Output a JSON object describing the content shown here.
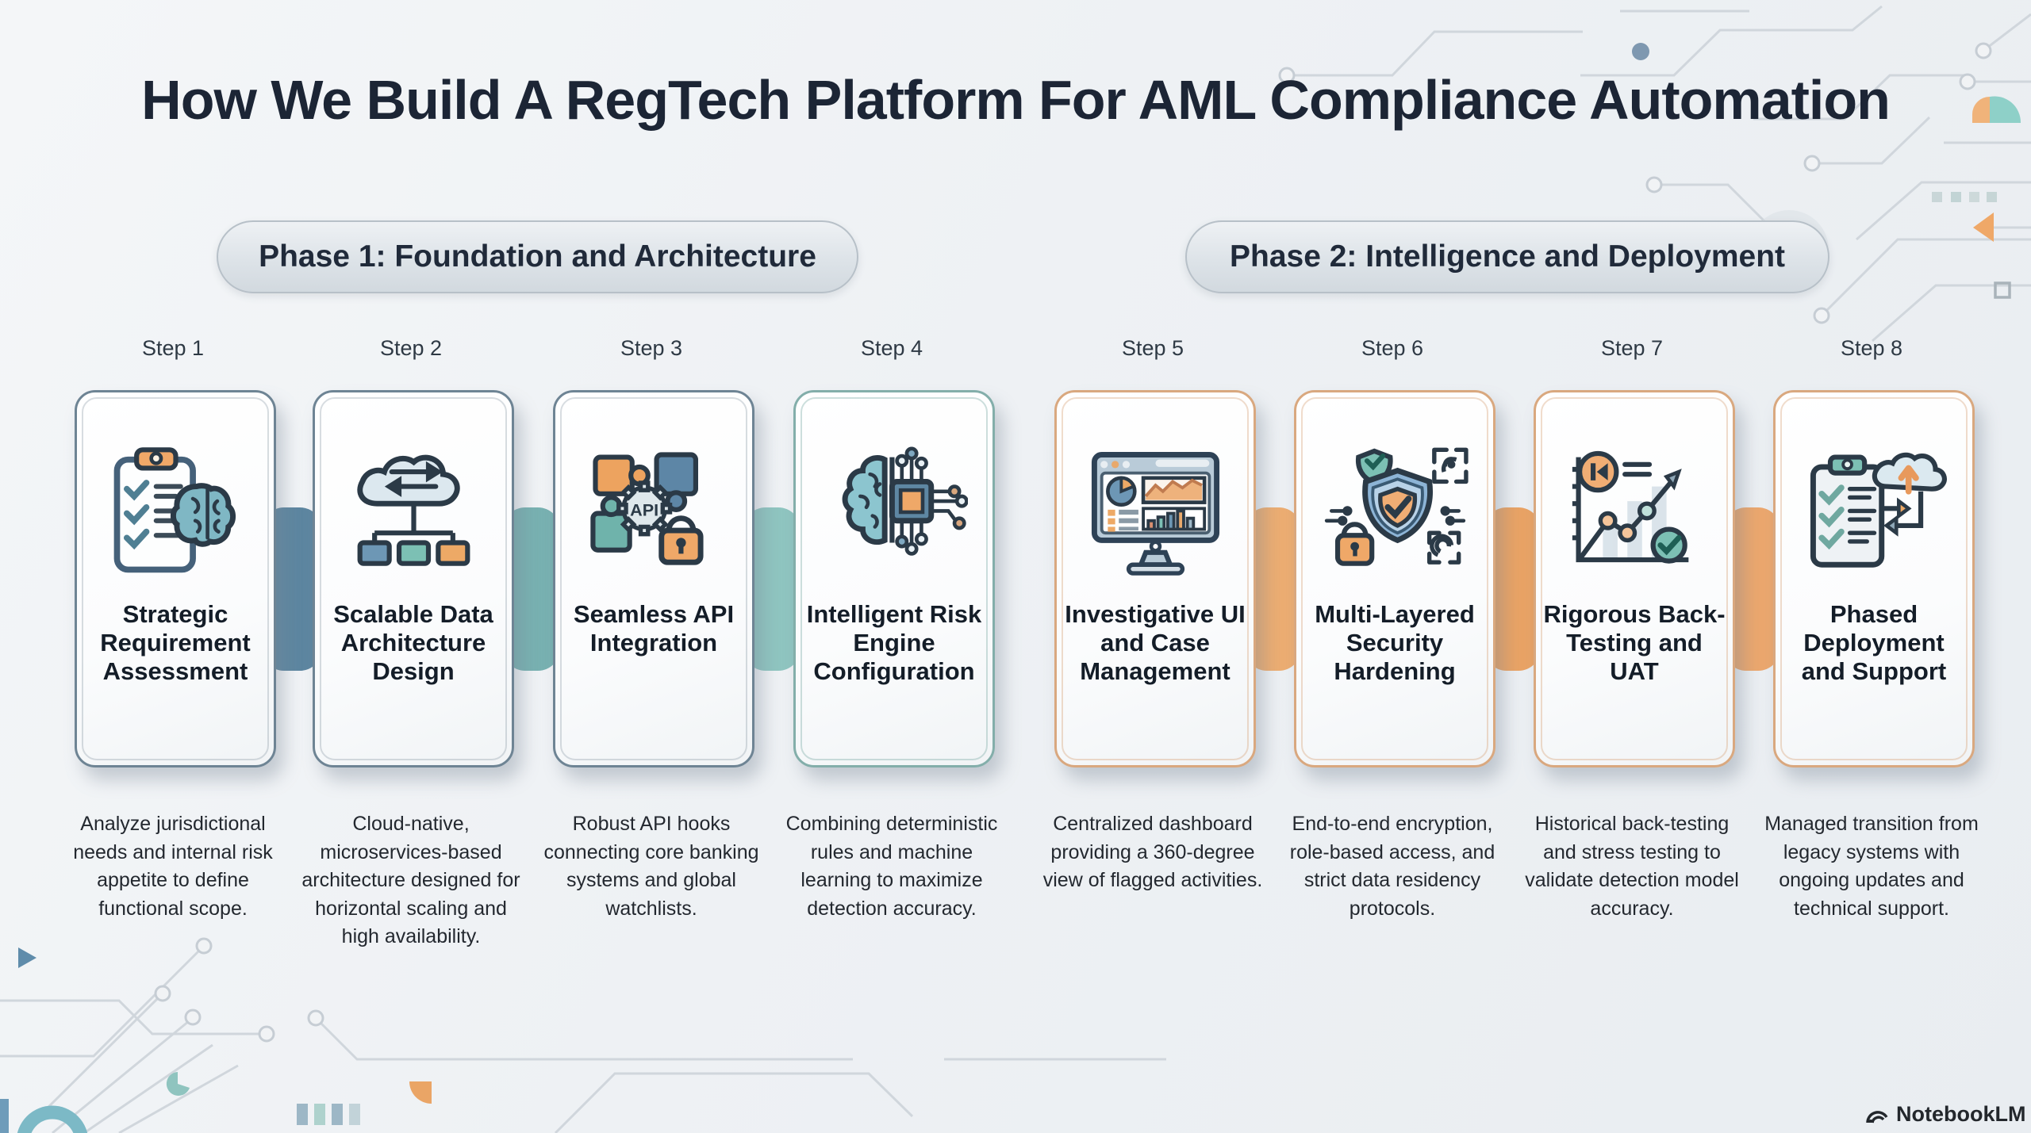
{
  "title": "How We Build A RegTech Platform For AML Compliance Automation",
  "phases": [
    {
      "label": "Phase 1: Foundation and Architecture"
    },
    {
      "label": "Phase 2: Intelligence and Deployment"
    }
  ],
  "steps": [
    {
      "label": "Step 1",
      "title": "Strategic Requirement Assessment",
      "description": "Analyze jurisdictional needs and internal risk appetite to define functional scope.",
      "icon": "clipboard-checklist-brain-icon",
      "phase": 1
    },
    {
      "label": "Step 2",
      "title": "Scalable Data Architecture Design",
      "description": "Cloud-native, microservices-based architecture designed for horizontal scaling and high availability.",
      "icon": "cloud-sync-hierarchy-icon",
      "phase": 1
    },
    {
      "label": "Step 3",
      "title": "Seamless API Integration",
      "description": "Robust API hooks connecting core banking systems and global watchlists.",
      "icon": "api-puzzle-lock-icon",
      "icon_label": "API",
      "phase": 1
    },
    {
      "label": "Step 4",
      "title": "Intelligent Risk Engine Configuration",
      "description": "Combining deterministic rules and machine learning to maximize detection accuracy.",
      "icon": "brain-chip-circuit-icon",
      "phase": 1
    },
    {
      "label": "Step 5",
      "title": "Investigative UI and Case Management",
      "description": "Centralized dashboard providing a 360-degree view of flagged activities.",
      "icon": "dashboard-monitor-icon",
      "phase": 2
    },
    {
      "label": "Step 6",
      "title": "Multi-Layered Security Hardening",
      "description": "End-to-end encryption, role-based access, and strict data residency protocols.",
      "icon": "shield-lock-fingerprint-icon",
      "phase": 2
    },
    {
      "label": "Step 7",
      "title": "Rigorous Back-Testing and UAT",
      "description": "Historical back-testing and stress testing to validate detection model accuracy.",
      "icon": "backtesting-chart-check-icon",
      "phase": 2
    },
    {
      "label": "Step 8",
      "title": "Phased Deployment and Support",
      "description": "Managed transition from legacy systems with ongoing updates and technical support.",
      "icon": "clipboard-cloud-migration-icon",
      "phase": 2
    }
  ],
  "watermark": {
    "label": "NotebookLM",
    "icon": "notebooklm-logo"
  },
  "colors": {
    "background": "#eef1f4",
    "title_text": "#1c2535",
    "badge_fill": "#dde3e8",
    "badge_border": "#b7c0c8",
    "phase1_card_border": "#6e8494",
    "phase1_teal_card_border": "#83aeaa",
    "phase2_card_border": "#d9a87f",
    "connector_1_2": "#5d86a0",
    "connector_2_3": "#78b1b1",
    "connector_3_4": "#8fc5c0",
    "connector_5_6": "#ecad72",
    "connector_6_7": "#e9a365",
    "connector_7_8": "#eba76e",
    "accent_orange": "#efa868",
    "accent_teal": "#7cc0b4",
    "accent_steel_blue": "#6d97b5",
    "circuit_line": "#d0d6dc"
  }
}
